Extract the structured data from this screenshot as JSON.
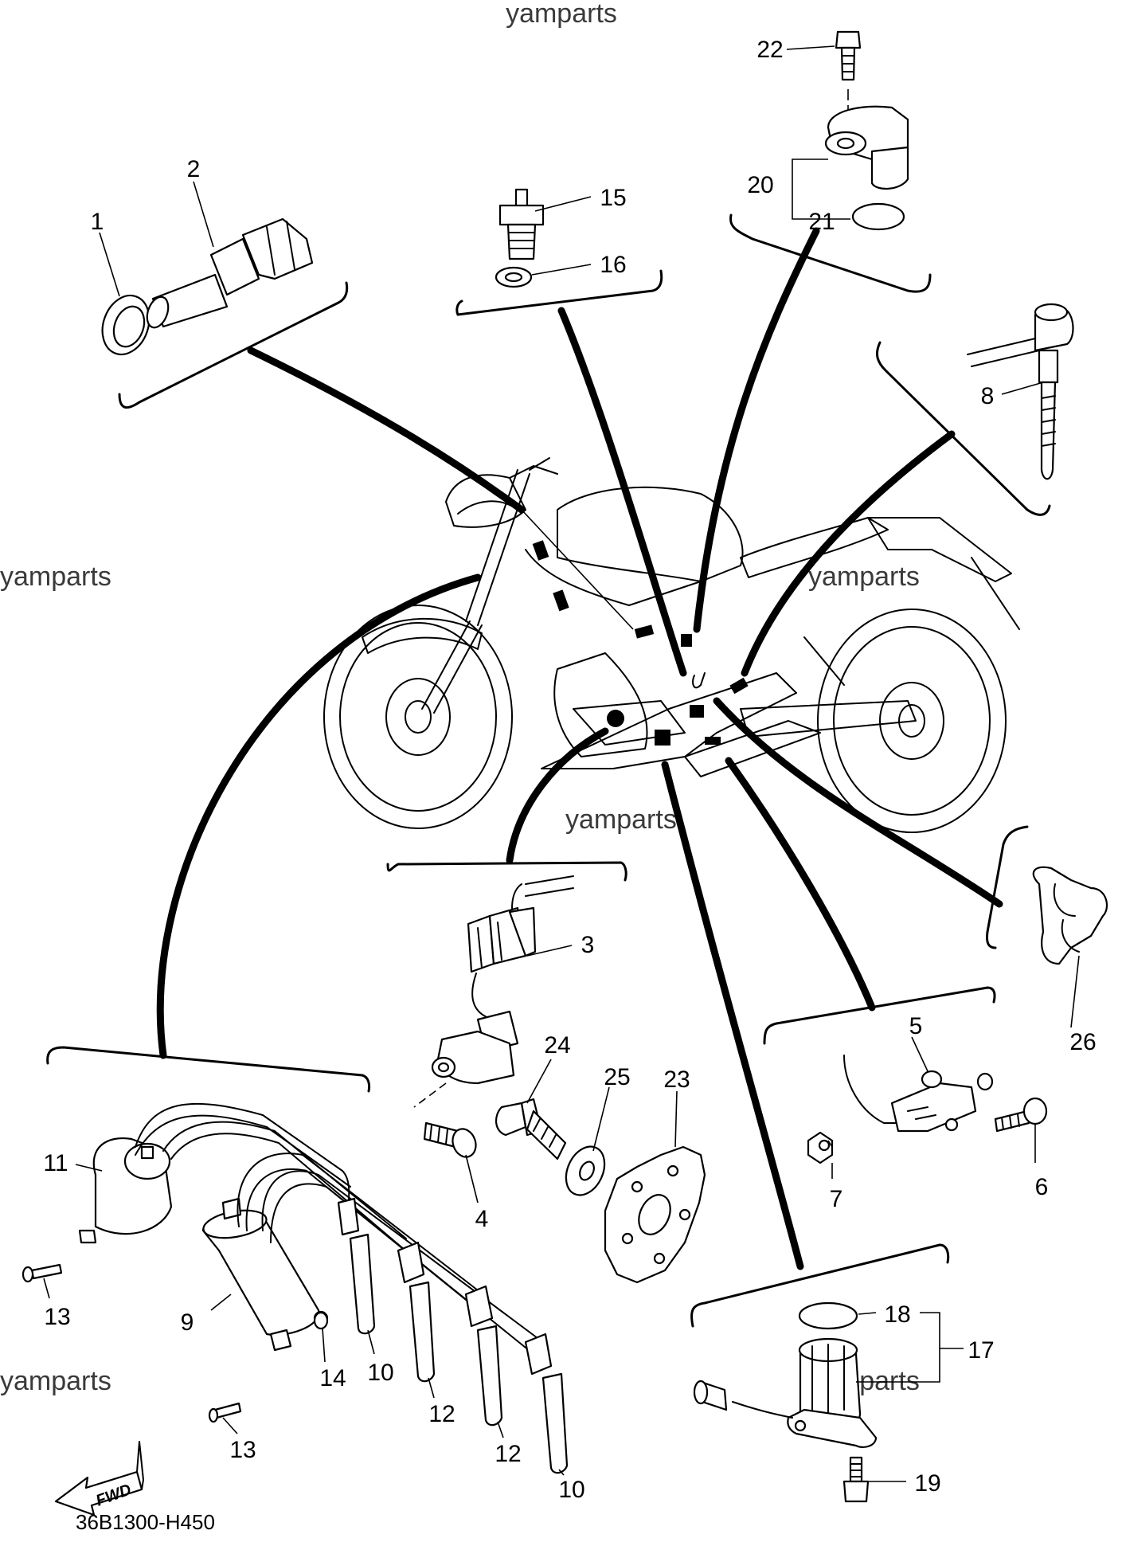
{
  "watermark": "yamparts",
  "diagram_code": "36B1300-H450",
  "fwd_label": "FWD",
  "callouts": {
    "c1": "1",
    "c2": "2",
    "c3": "3",
    "c4": "4",
    "c5": "5",
    "c6": "6",
    "c7": "7",
    "c8": "8",
    "c9": "9",
    "c10a": "10",
    "c10b": "10",
    "c11": "11",
    "c12a": "12",
    "c12b": "12",
    "c13a": "13",
    "c13b": "13",
    "c14": "14",
    "c15": "15",
    "c16": "16",
    "c17": "17",
    "c18": "18",
    "c19": "19",
    "c20": "20",
    "c21": "21",
    "c22": "22",
    "c23": "23",
    "c24": "24",
    "c25": "25",
    "c26": "26"
  }
}
